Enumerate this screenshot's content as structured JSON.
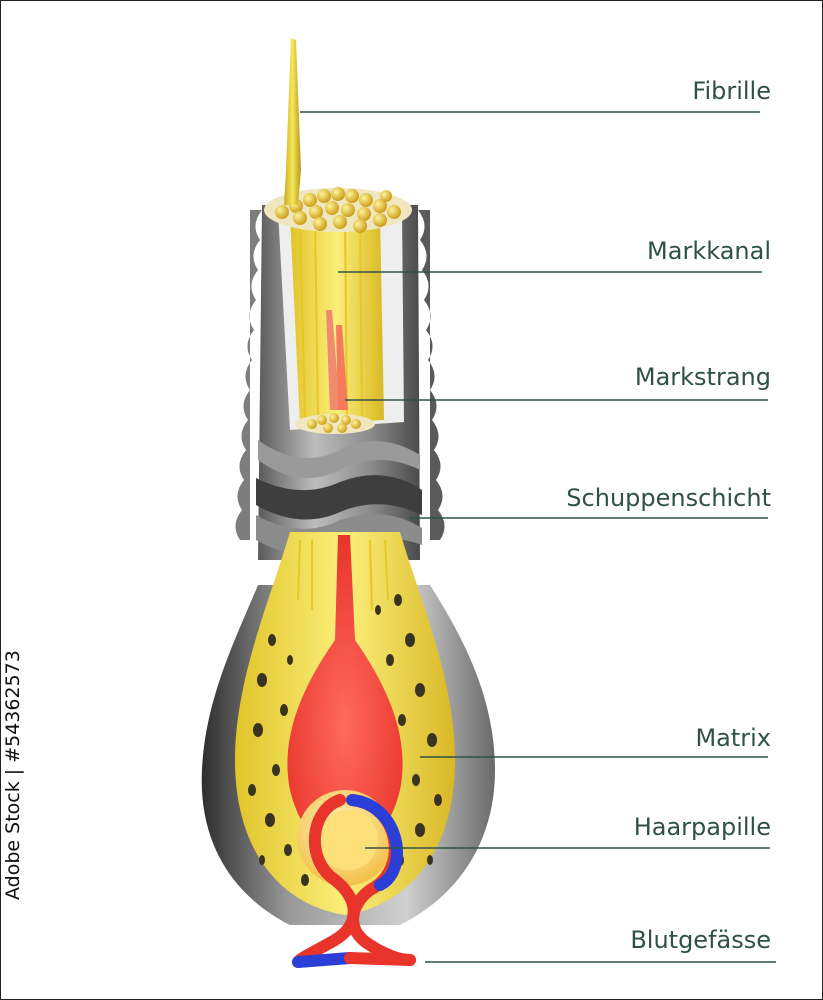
{
  "labels": {
    "fibrille": "Fibrille",
    "markkanal": "Markkanal",
    "markstrang": "Markstrang",
    "schuppenschicht": "Schuppenschicht",
    "matrix": "Matrix",
    "haarpapille": "Haarpapille",
    "blutgefaesse": "Blutgefässe"
  },
  "watermark_id": "Adobe Stock | #54362573",
  "colors": {
    "label_text": "#2f5148",
    "leader_line": "#2f5148",
    "cortex_yellow": "#f2de3a",
    "outer_gray": "#6d6d6d",
    "medulla_red": "#e8342a",
    "vessel_red": "#e8342a",
    "vessel_blue": "#2b3fd6"
  }
}
